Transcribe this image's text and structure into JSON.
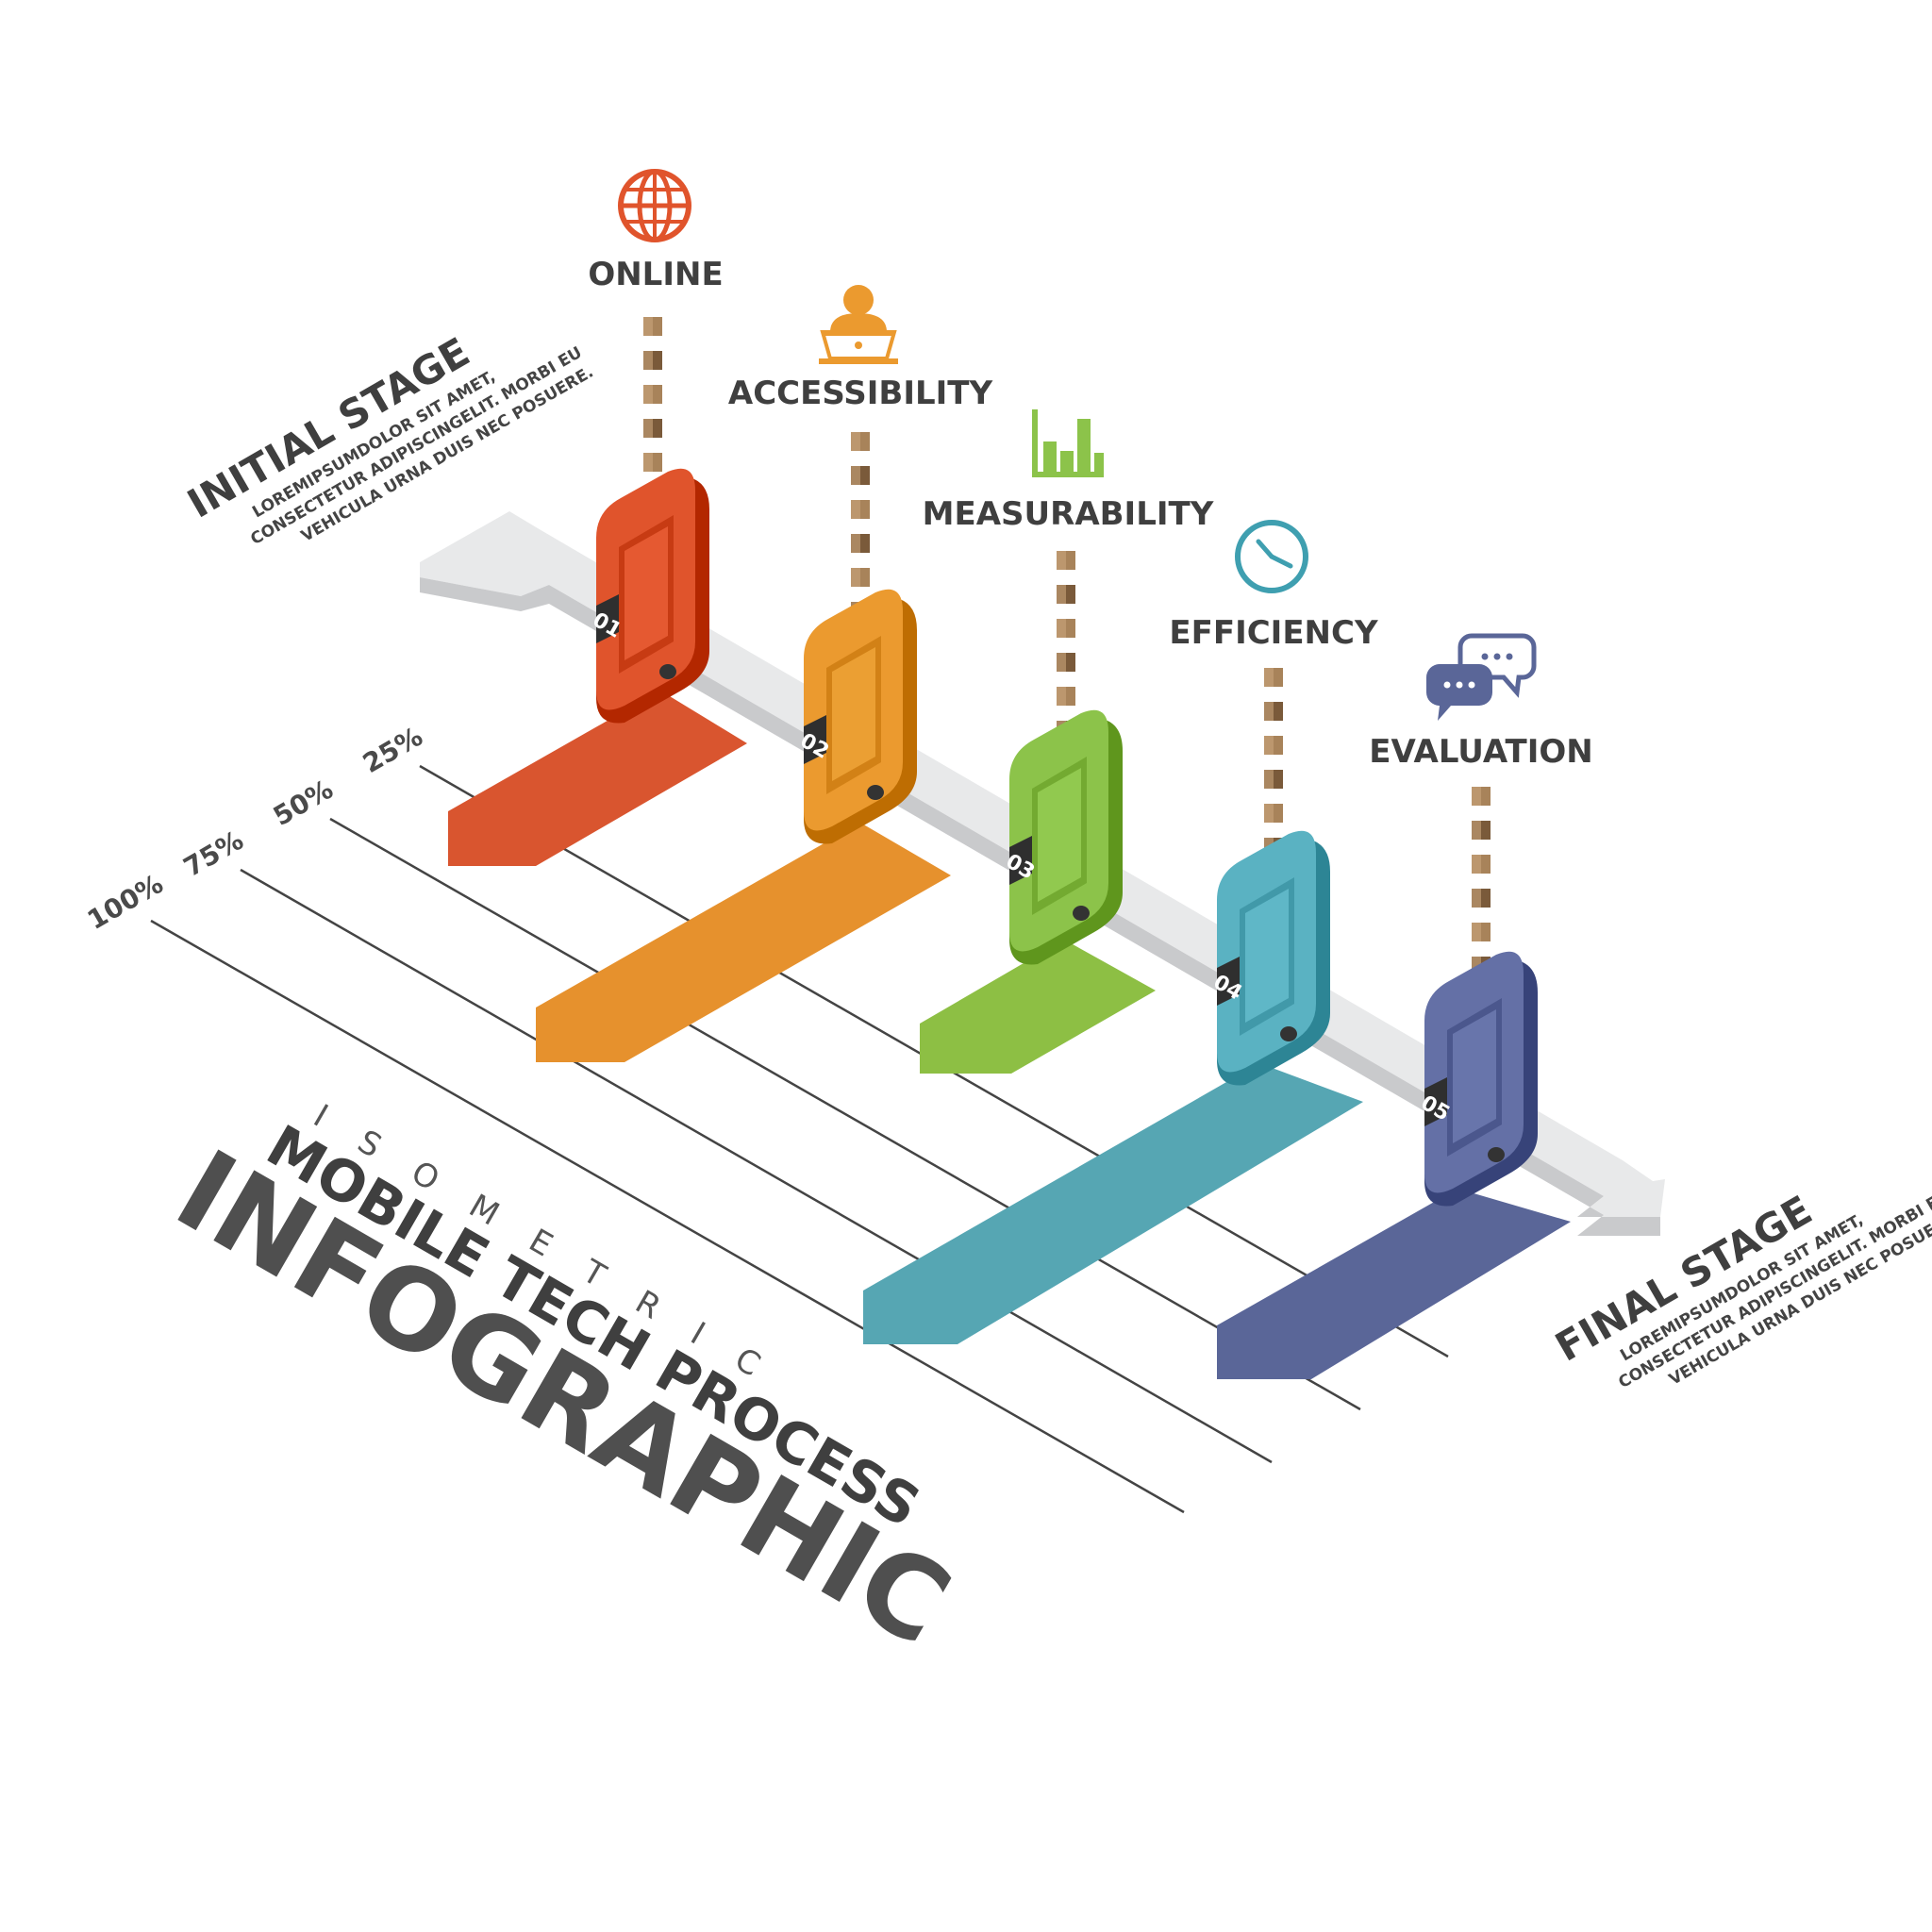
{
  "title": {
    "isometric": "ISOMETRIC",
    "line1": "MOBILE TECH PROCESS",
    "line2": "INFOGRAPHIC"
  },
  "initial_stage": {
    "heading": "INITIAL STAGE",
    "line1": "LOREMIPSUMDOLOR SIT AMET,",
    "line2": "CONSECTETUR ADIPISCINGELIT. MORBI EU",
    "line3": "VEHICULA URNA DUIS NEC POSUERE."
  },
  "final_stage": {
    "heading": "FINAL STAGE",
    "line1": "LOREMIPSUMDOLOR SIT AMET,",
    "line2": "CONSECTETUR ADIPISCINGELIT. MORBI EU",
    "line3": "VEHICULA URNA DUIS NEC POSUERE."
  },
  "percent_labels": [
    "25%",
    "50%",
    "75%",
    "100%"
  ],
  "steps": [
    {
      "number": "01",
      "label": "ONLINE",
      "icon": "globe-icon",
      "color": "#e0542c",
      "shadow": "#d9552f"
    },
    {
      "number": "02",
      "label": "ACCESSIBILITY",
      "icon": "user-laptop-icon",
      "color": "#eb9a2f",
      "shadow": "#e6912d"
    },
    {
      "number": "03",
      "label": "MEASURABILITY",
      "icon": "bar-chart-icon",
      "color": "#8cc34a",
      "shadow": "#8dbf44"
    },
    {
      "number": "04",
      "label": "EFFICIENCY",
      "icon": "clock-icon",
      "color": "#5ab2c2",
      "shadow": "#56a6b3"
    },
    {
      "number": "05",
      "label": "EVALUATION",
      "icon": "chat-bubbles-icon",
      "color": "#6470a6",
      "shadow": "#5a6698"
    }
  ]
}
